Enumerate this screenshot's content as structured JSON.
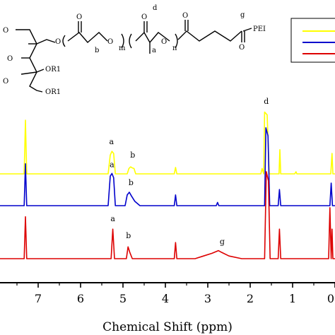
{
  "chart_data": {
    "type": "line",
    "xlabel": "Chemical Shift (ppm)",
    "xlim": [
      7.9,
      0.0
    ],
    "x_ticks": [
      7,
      6,
      5,
      4,
      3,
      2,
      1,
      0
    ],
    "grid": false,
    "series": [
      {
        "color": "#ffff00",
        "points": [
          [
            7.9,
            0
          ],
          [
            7.33,
            0
          ],
          [
            7.3,
            1.0
          ],
          [
            7.27,
            0
          ],
          [
            5.35,
            0
          ],
          [
            5.3,
            0.35
          ],
          [
            5.26,
            0.42
          ],
          [
            5.22,
            0.38
          ],
          [
            5.18,
            0
          ],
          [
            4.9,
            0
          ],
          [
            4.86,
            0.1
          ],
          [
            4.82,
            0.13
          ],
          [
            4.78,
            0.11
          ],
          [
            4.74,
            0.1
          ],
          [
            4.7,
            0
          ],
          [
            3.79,
            0
          ],
          [
            3.76,
            0.12
          ],
          [
            3.73,
            0
          ],
          [
            1.75,
            0
          ],
          [
            1.72,
            0.1
          ],
          [
            1.68,
            0
          ],
          [
            1.66,
            1.15
          ],
          [
            1.6,
            1.1
          ],
          [
            1.55,
            0
          ],
          [
            1.32,
            0
          ],
          [
            1.3,
            0.45
          ],
          [
            1.28,
            0
          ],
          [
            0.95,
            0
          ],
          [
            0.92,
            0.04
          ],
          [
            0.9,
            0
          ],
          [
            0.1,
            0
          ],
          [
            0.07,
            0.38
          ],
          [
            0.05,
            0
          ],
          [
            0.0,
            0
          ]
        ],
        "labels": [
          {
            "text": "a",
            "x": 5.27,
            "level": 0.55
          },
          {
            "text": "b",
            "x": 4.77,
            "level": 0.3
          },
          {
            "text": "d",
            "x": 1.62,
            "level": 1.3
          }
        ]
      },
      {
        "color": "#0000cc",
        "points": [
          [
            7.9,
            0
          ],
          [
            7.33,
            0
          ],
          [
            7.3,
            0.78
          ],
          [
            7.27,
            0
          ],
          [
            5.35,
            0
          ],
          [
            5.3,
            0.55
          ],
          [
            5.26,
            0.6
          ],
          [
            5.22,
            0.52
          ],
          [
            5.18,
            0
          ],
          [
            4.95,
            0
          ],
          [
            4.9,
            0.2
          ],
          [
            4.85,
            0.25
          ],
          [
            4.8,
            0.18
          ],
          [
            4.72,
            0.08
          ],
          [
            4.6,
            0
          ],
          [
            3.79,
            0
          ],
          [
            3.76,
            0.2
          ],
          [
            3.73,
            0
          ],
          [
            2.8,
            0
          ],
          [
            2.77,
            0.06
          ],
          [
            2.74,
            0
          ],
          [
            1.66,
            0
          ],
          [
            1.63,
            1.45
          ],
          [
            1.58,
            1.3
          ],
          [
            1.54,
            0
          ],
          [
            1.34,
            0
          ],
          [
            1.31,
            0.3
          ],
          [
            1.28,
            0
          ],
          [
            0.12,
            0
          ],
          [
            0.09,
            0.42
          ],
          [
            0.06,
            0
          ],
          [
            0.0,
            0
          ]
        ],
        "labels": [
          {
            "text": "a",
            "x": 5.26,
            "level": 0.72
          },
          {
            "text": "b",
            "x": 4.81,
            "level": 0.38
          }
        ]
      },
      {
        "color": "#dd0000",
        "points": [
          [
            7.9,
            0
          ],
          [
            7.33,
            0
          ],
          [
            7.3,
            0.78
          ],
          [
            7.27,
            0
          ],
          [
            5.28,
            0
          ],
          [
            5.24,
            0.55
          ],
          [
            5.2,
            0
          ],
          [
            4.92,
            0
          ],
          [
            4.88,
            0.22
          ],
          [
            4.84,
            0.12
          ],
          [
            4.78,
            0
          ],
          [
            3.79,
            0
          ],
          [
            3.76,
            0.3
          ],
          [
            3.73,
            0
          ],
          [
            3.3,
            0
          ],
          [
            3.1,
            0.05
          ],
          [
            2.9,
            0.1
          ],
          [
            2.75,
            0.15
          ],
          [
            2.68,
            0.12
          ],
          [
            2.5,
            0.05
          ],
          [
            2.2,
            0
          ],
          [
            1.66,
            0
          ],
          [
            1.62,
            1.62
          ],
          [
            1.57,
            1.45
          ],
          [
            1.53,
            0
          ],
          [
            1.34,
            0
          ],
          [
            1.31,
            0.55
          ],
          [
            1.28,
            0
          ],
          [
            0.15,
            0
          ],
          [
            0.12,
            0.95
          ],
          [
            0.09,
            0
          ],
          [
            0.07,
            0.55
          ],
          [
            0.05,
            0
          ],
          [
            0.0,
            0
          ]
        ],
        "labels": [
          {
            "text": "a",
            "x": 5.24,
            "level": 0.7
          },
          {
            "text": "b",
            "x": 4.87,
            "level": 0.38
          },
          {
            "text": "g",
            "x": 2.66,
            "level": 0.27
          }
        ]
      }
    ]
  },
  "structure": {
    "or_labels": [
      "O",
      "O",
      "O",
      "OR1",
      "OR1"
    ],
    "subscripts": [
      "b",
      "m",
      "a",
      "n"
    ],
    "letter_labels": [
      "d",
      "g"
    ],
    "pei_label": "PEI"
  }
}
